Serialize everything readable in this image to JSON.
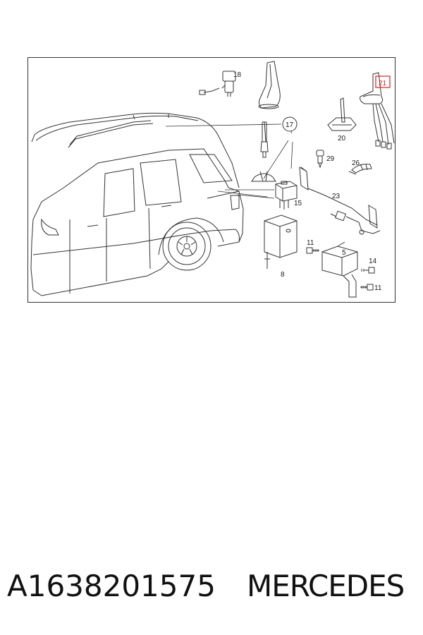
{
  "diagram": {
    "callouts": {
      "c18": "18",
      "c21": "21",
      "c17": "17",
      "c20": "20",
      "c29": "29",
      "c26": "26",
      "c23": "23",
      "c15": "15",
      "c11a": "11",
      "c5": "5",
      "c14": "14",
      "c11b": "11",
      "c8": "8"
    },
    "highlight_color": "#d42020"
  },
  "caption": {
    "part_number": "A1638201575",
    "brand": "MERCEDES"
  }
}
